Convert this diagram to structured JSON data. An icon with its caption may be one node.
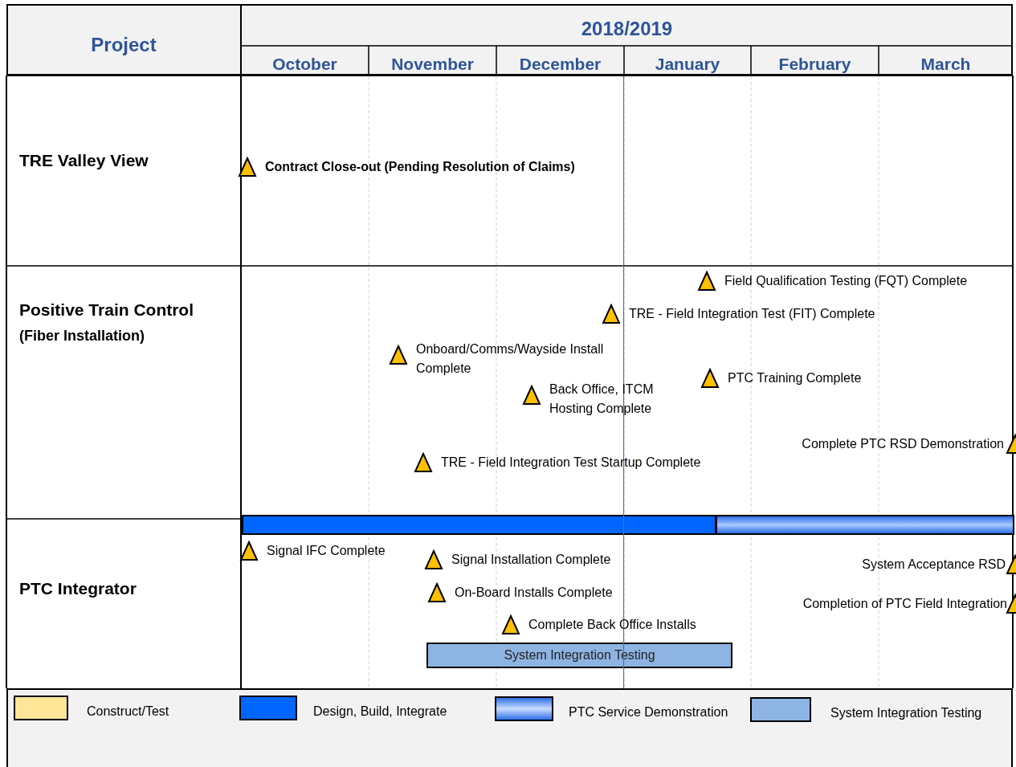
{
  "diagram": {
    "nodes": [
      {
        "text": [],
        "shape": "bar"
      },
      {
        "text": [],
        "shape": "bar"
      },
      {
        "text": [
          "System Integration Testing"
        ]
      }
    ],
    "labels": [
      "Project",
      "2018/2019",
      "October",
      "November",
      "December",
      "January",
      "February",
      "March",
      "TRE Valley View",
      "Contract Close-out (Pending Resolution of Claims)",
      "Positive Train Control",
      "(Fiber Installation)",
      "Field Qualification Testing (FQT) Complete",
      "TRE - Field Integration Test (FIT) Complete",
      "Onboard/Comms/Wayside Install Complete",
      "PTC Training Complete",
      "Back Office, ITCM Hosting Complete",
      "Complete PTC RSD Demonstration",
      "TRE - Field Integration Test Startup Complete",
      "PTC Integrator",
      "Signal IFC Complete",
      "Signal Installation Complete",
      "System Acceptance RSD",
      "On-Board Installs Complete",
      "Completion of PTC Field Integration",
      "Complete Back Office Installs"
    ],
    "legend": [
      {
        "text": "Construct/Test",
        "color": "#ffe699"
      },
      {
        "text": "Design, Build, Integrate",
        "color": "#0066ff"
      },
      {
        "text": "PTC Service  Demonstration"
      },
      {
        "text": "System Integration Testing",
        "color": "#8eb4e3"
      }
    ]
  }
}
